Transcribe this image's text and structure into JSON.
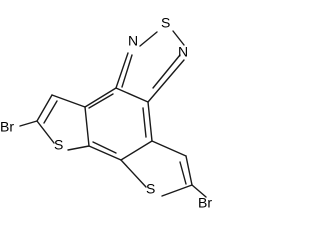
{
  "molecule": {
    "atoms": {
      "br_left": "Br",
      "br_right": "Br",
      "s_thiadiazole": "S",
      "n_top": "N",
      "n_bottom": "N",
      "s_thiophene_left": "S",
      "s_thiophene_right": "S"
    }
  }
}
